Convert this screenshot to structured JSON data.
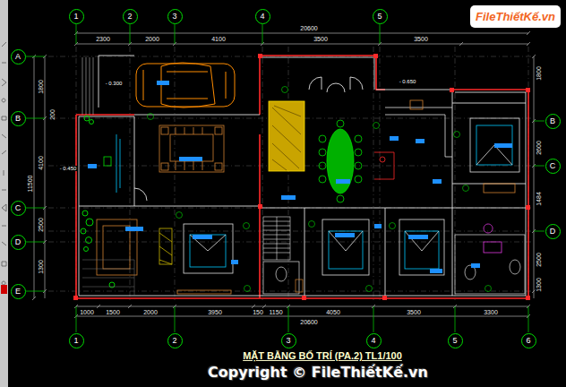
{
  "diagram": {
    "title": "MẶT BẰNG BỐ TRÍ (PA.2) TL1/100",
    "nodes": [
      {
        "text": [
          "FileThiếtKế.vn"
        ]
      },
      {
        "text": [
          "1"
        ]
      },
      {
        "text": [
          "2"
        ]
      },
      {
        "text": [
          "3"
        ]
      },
      {
        "text": [
          "4"
        ]
      },
      {
        "text": [
          "5"
        ]
      },
      {
        "text": [
          "A"
        ]
      },
      {
        "text": [
          "B"
        ]
      },
      {
        "text": [
          "C"
        ]
      },
      {
        "text": [
          "D"
        ]
      },
      {
        "text": [
          "E"
        ]
      },
      {
        "text": [
          "B"
        ]
      },
      {
        "text": [
          "C"
        ]
      },
      {
        "text": [
          "D"
        ]
      },
      {
        "text": [
          "1"
        ]
      },
      {
        "text": [
          "2"
        ]
      },
      {
        "text": [
          "3"
        ]
      },
      {
        "text": [
          "4"
        ]
      },
      {
        "text": [
          "5"
        ]
      },
      {
        "text": [
          "6"
        ]
      }
    ],
    "labels": [
      "20600",
      "2300",
      "2000",
      "4100",
      "3500",
      "3500",
      "1800",
      "200",
      "4100",
      "2500",
      "1300",
      "11500",
      "1800",
      "2600",
      "1484",
      "2500",
      "1300",
      "1000",
      "1500",
      "2000",
      "3950",
      "150",
      "1150",
      "4050",
      "3500",
      "3300",
      "20600",
      "- 0.300",
      "- 0.650",
      "- 0.450",
      "Copyright © FileThiếtKế.vn"
    ]
  }
}
